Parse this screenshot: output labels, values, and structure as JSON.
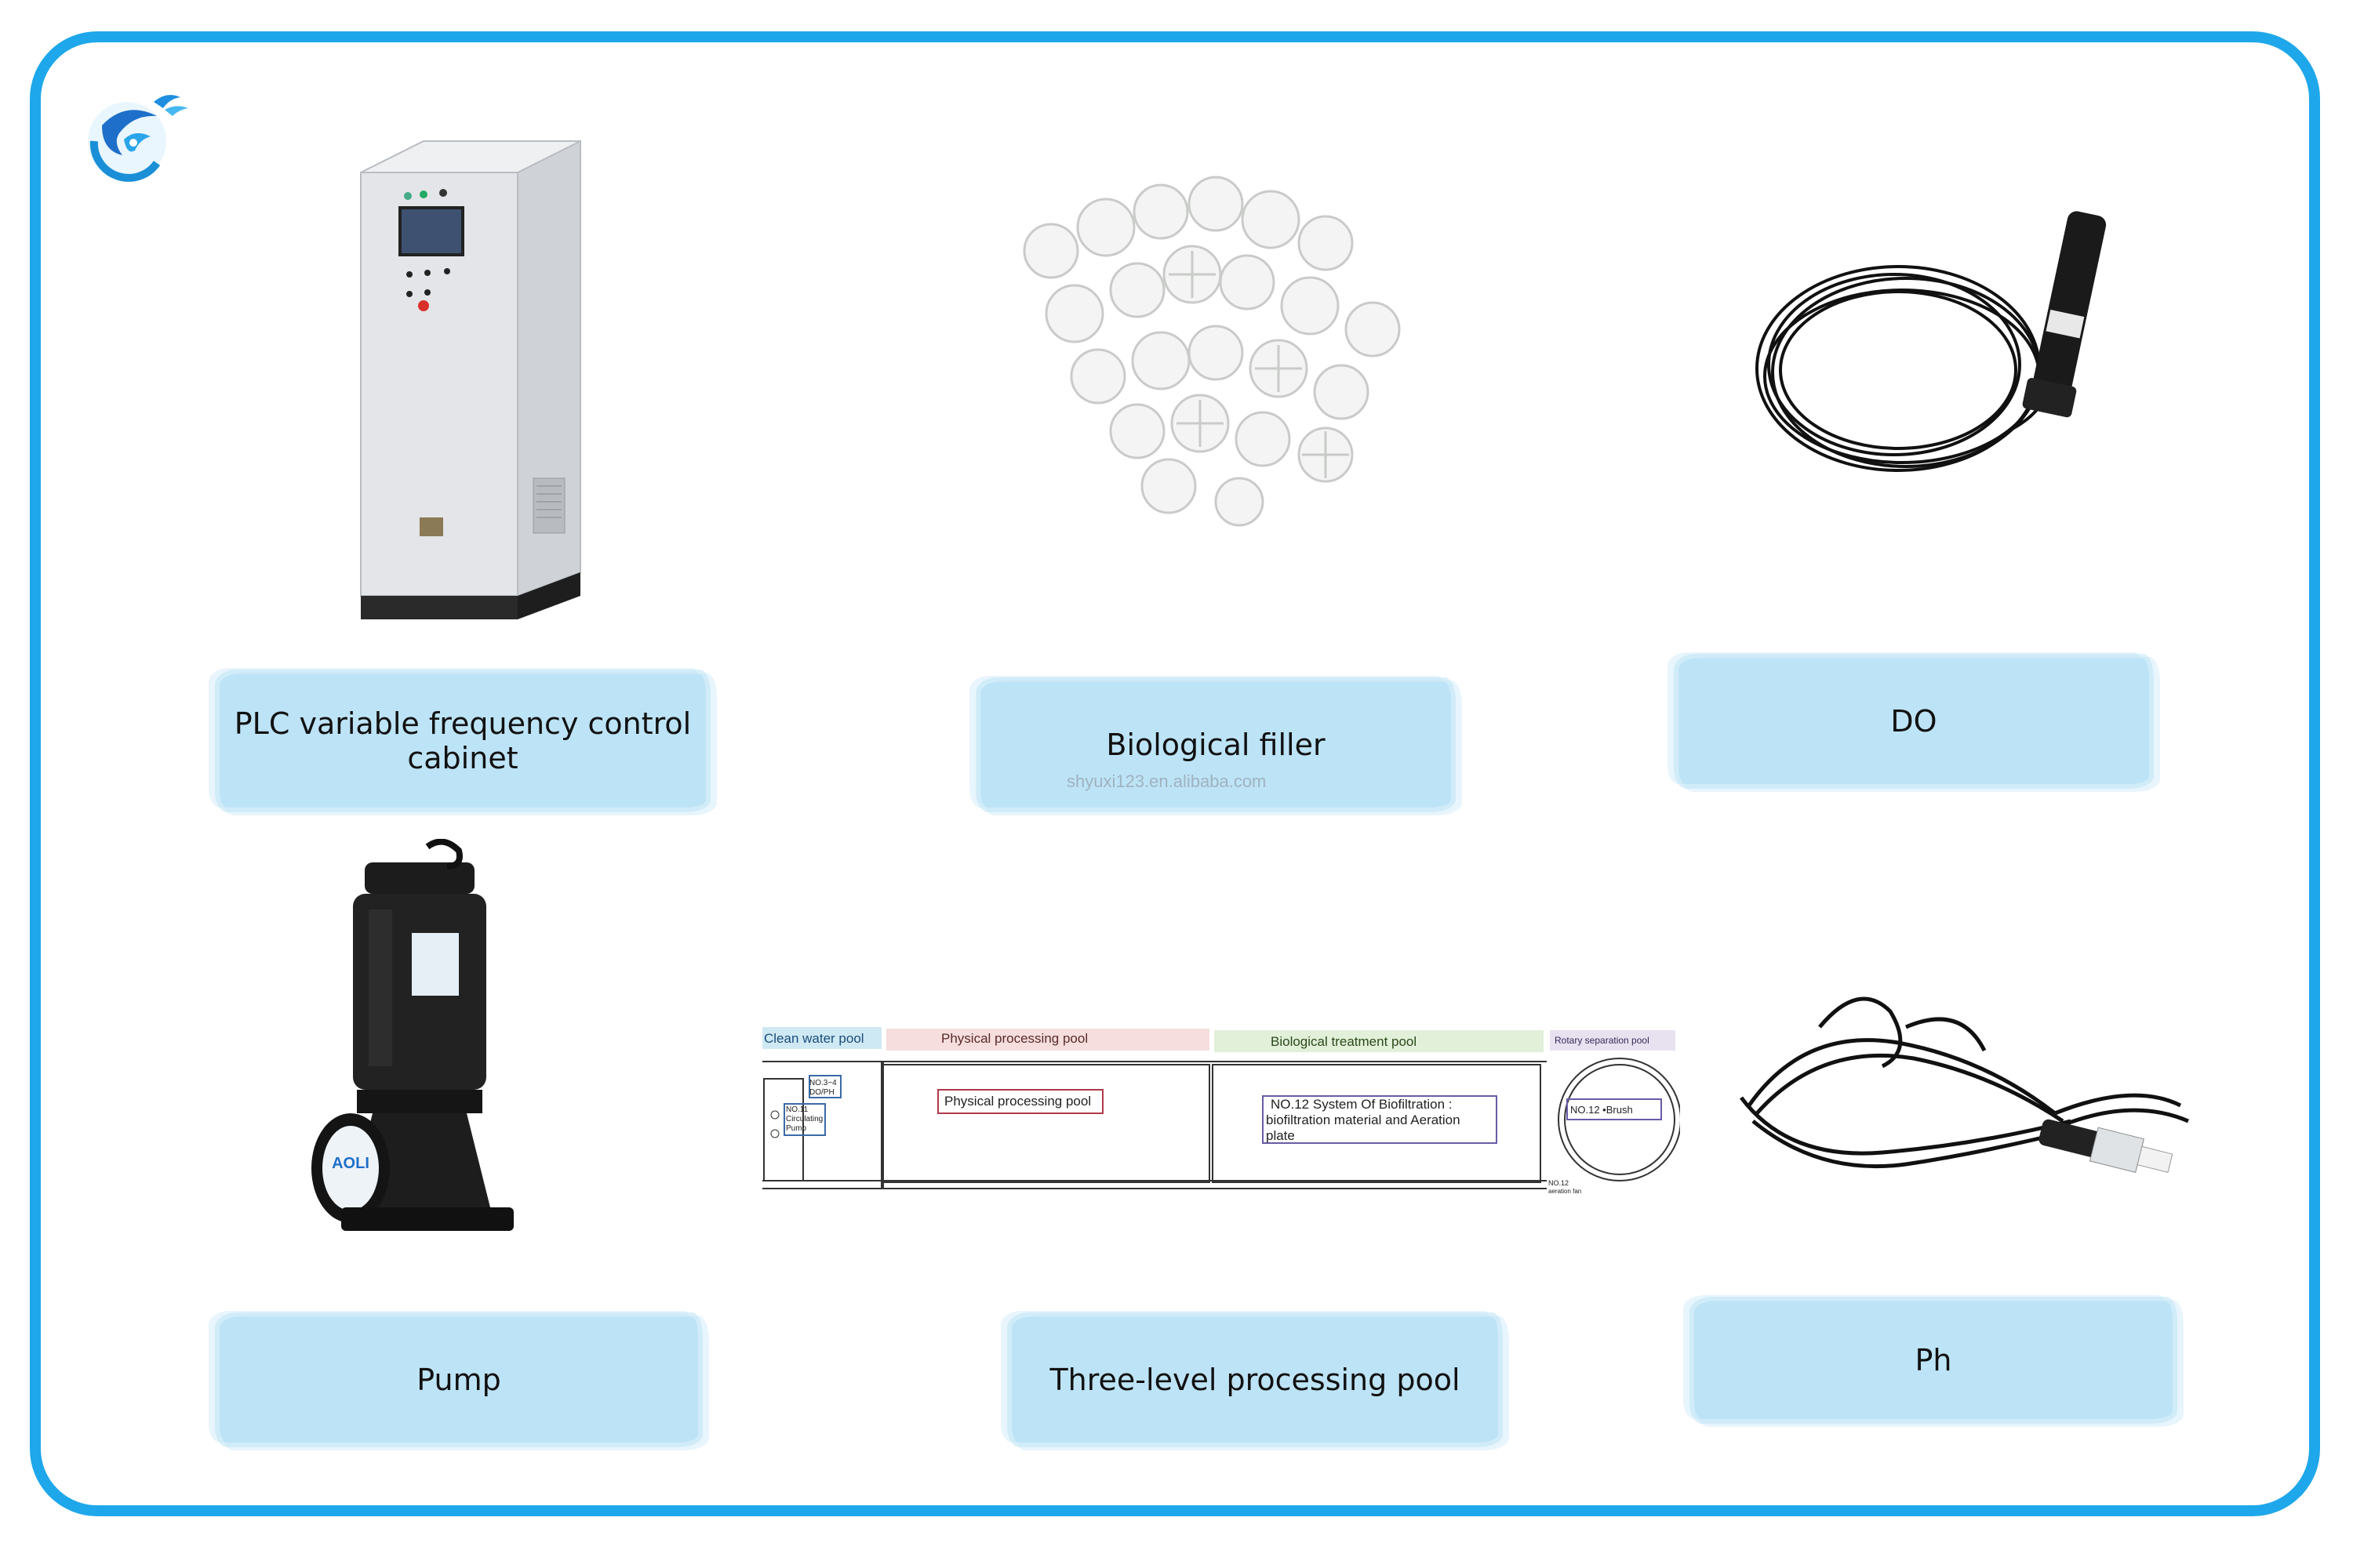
{
  "products": [
    {
      "id": "plc",
      "label": "PLC variable frequency control cabinet",
      "line1": "PLC variable frequency control",
      "line2": "cabinet"
    },
    {
      "id": "filler",
      "label": "Biological filler"
    },
    {
      "id": "do",
      "label": "DO"
    },
    {
      "id": "pump",
      "label": "Pump"
    },
    {
      "id": "pool",
      "label": "Three-level processing pool"
    },
    {
      "id": "ph",
      "label": "Ph"
    }
  ],
  "watermark": "shyuxi123.en.alibaba.com",
  "pump_brand": "AOLI",
  "diagram": {
    "clean_water_pool": "Clean water pool",
    "physical_processing_pool": "Physical processing pool",
    "biological_treatment_pool": "Biological treatment  pool",
    "rotary_separation_pool": "Rotary separation pool",
    "physical_box": "Physical processing pool",
    "no12_line1": "NO.12  System Of Biofiltration  :",
    "no12_line2": "biofiltration material and Aeration",
    "no12_line3": "plate",
    "no12_brush": "NO.12     •Brush",
    "no11_line1": "NO.11",
    "no11_line2": "Circulating",
    "no11_line3": "Pump",
    "no3_line1": "NO.3~4",
    "no3_line2": "DO/PH",
    "no12_fan_line1": "NO.12",
    "no12_fan_line2": "aeration fan"
  },
  "colors": {
    "frame": "#1ea7ea",
    "label_bg": "#bde3f6",
    "clean_water": "#cfe9f4",
    "physical": "#f6dede",
    "biological": "#e2efd9",
    "rotary": "#e8e2f0"
  }
}
